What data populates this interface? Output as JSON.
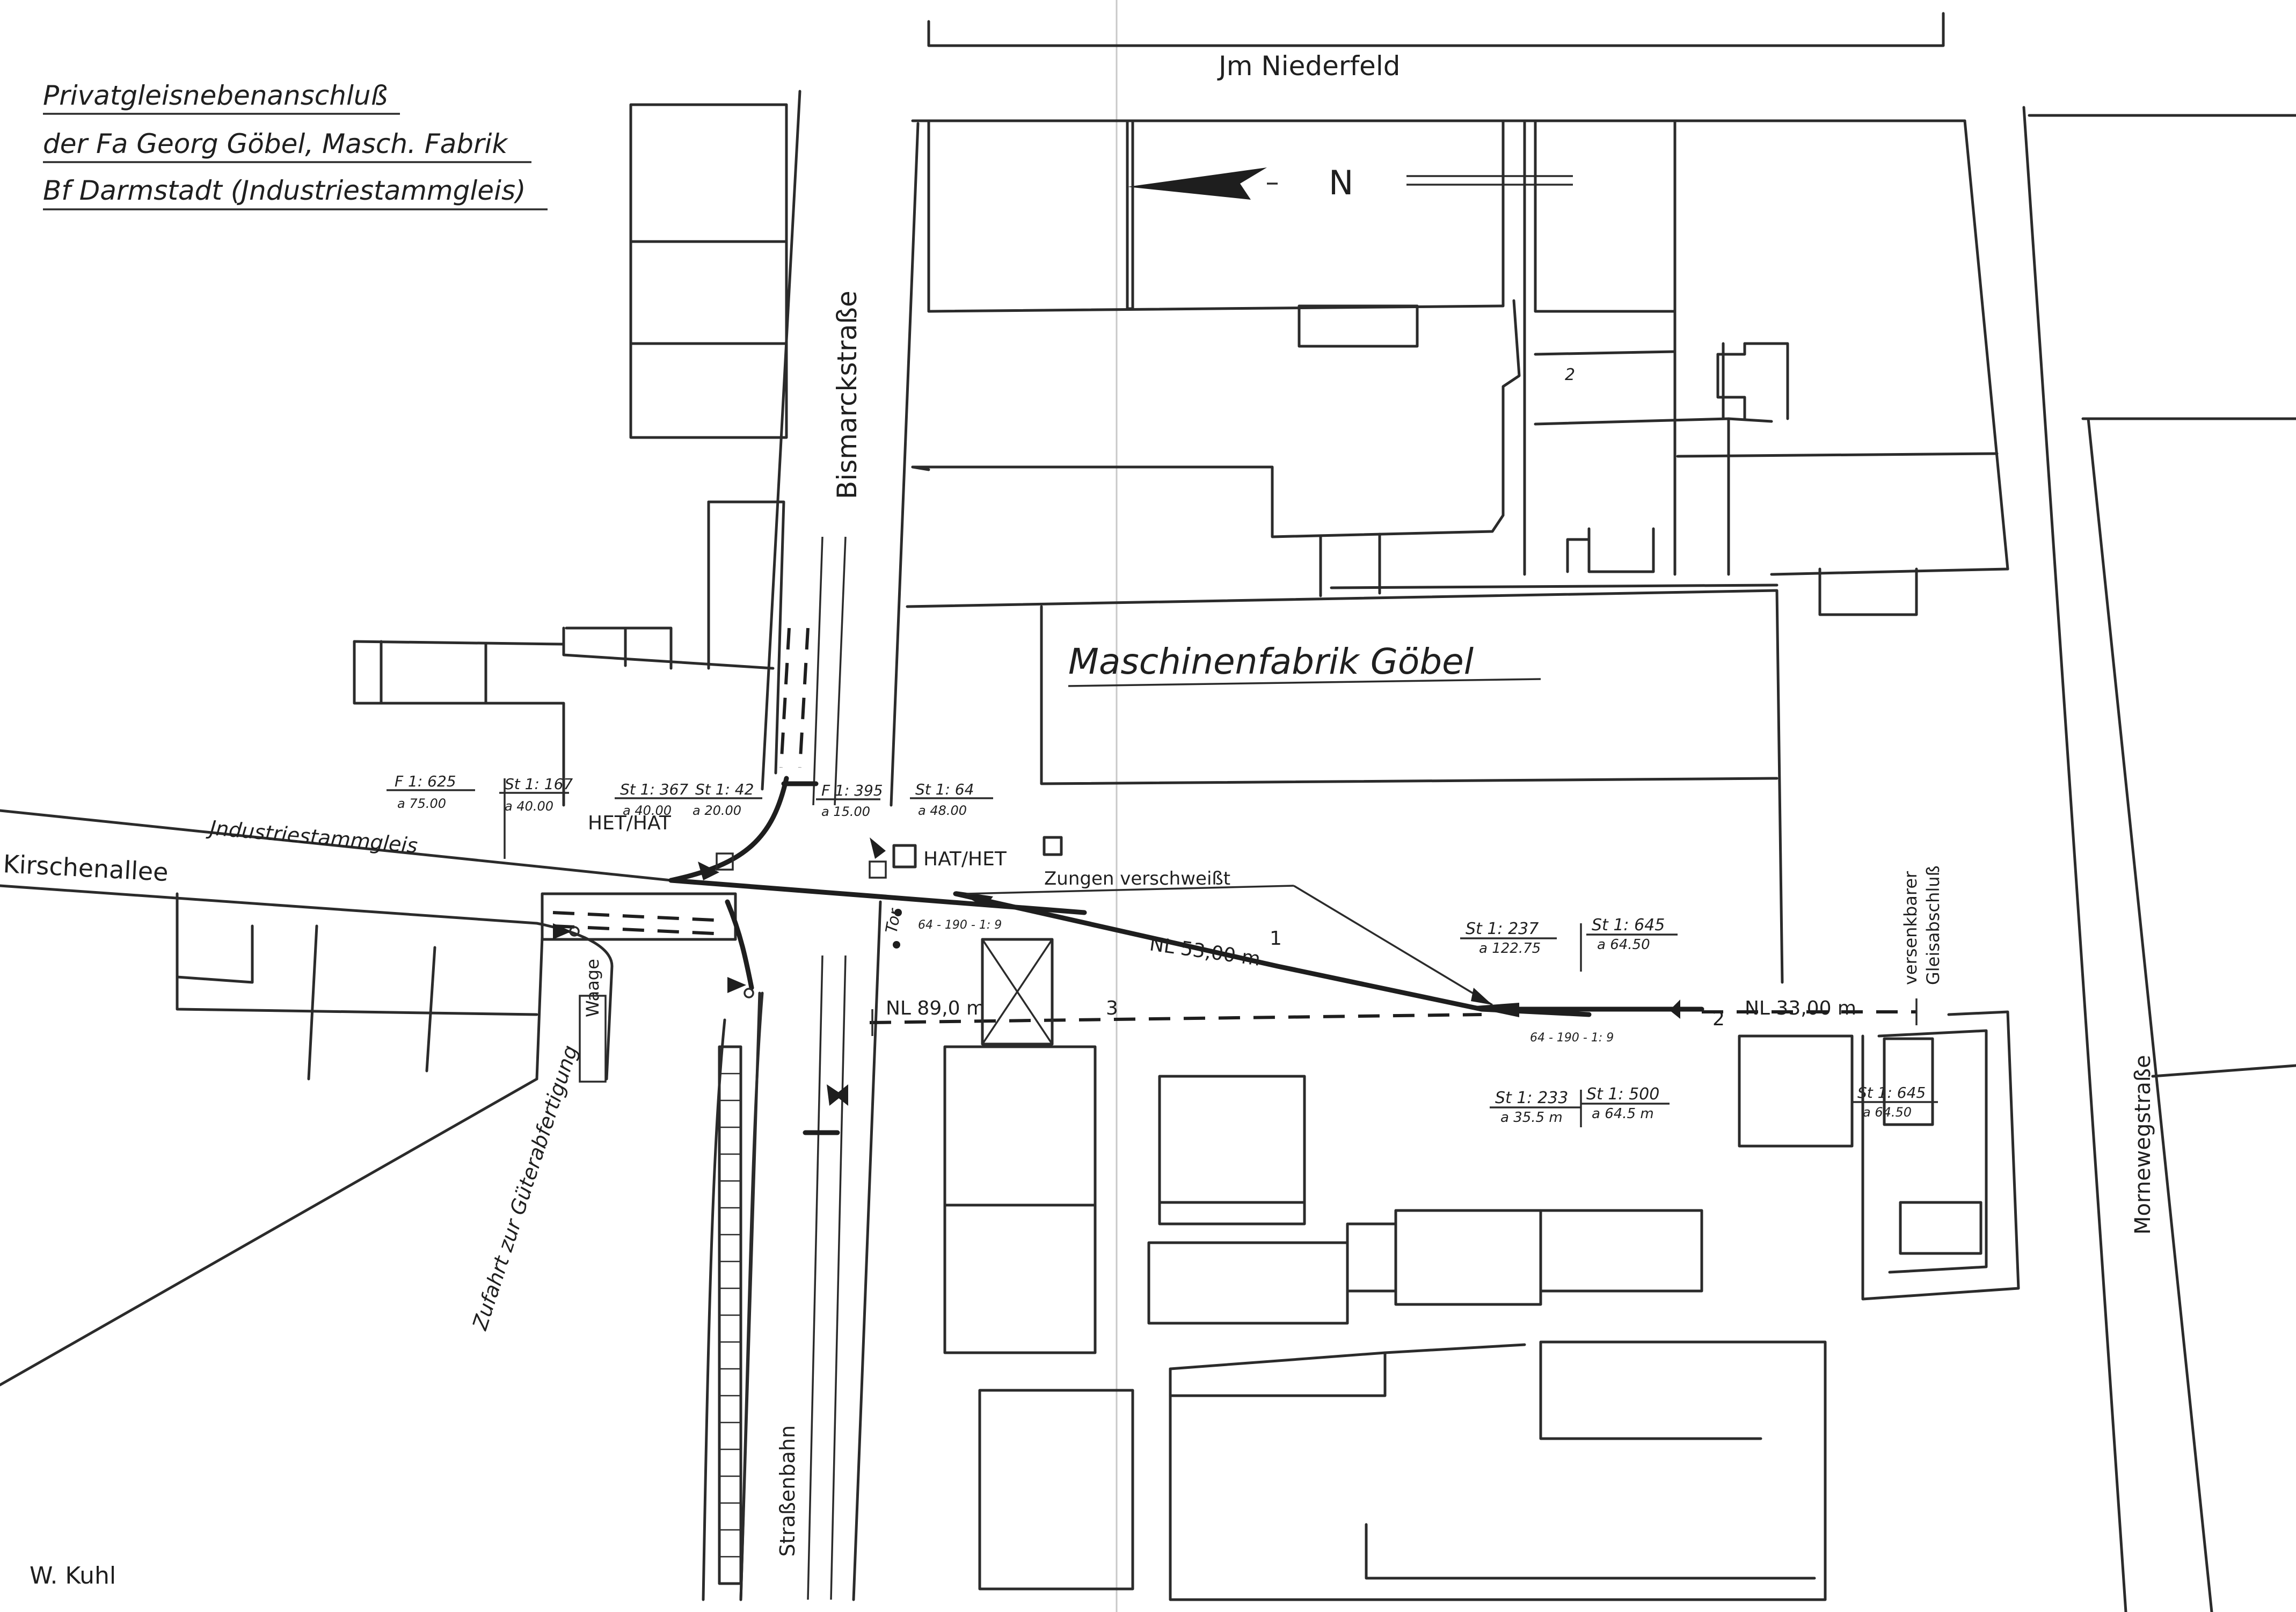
{
  "title": {
    "line1": "Privatgleisnebenanschluß",
    "line2": "der Fa Georg Göbel, Masch. Fabrik",
    "line3": "Bf Darmstadt (Jndustriestammgleis)"
  },
  "streets": {
    "im_niederfeld": "Jm Niederfeld",
    "bismarckstrasse": "Bismarckstraße",
    "kirschenallee": "Kirschenallee",
    "industriestammgleis": "Jndustriestammgleis",
    "strassenbahn": "Straßenbahn",
    "mornewegstrasse": "Mornewegstraße",
    "zufahrt": "Zufahrt zur Güterabfertigung"
  },
  "north_arrow": {
    "label": "N"
  },
  "factory": {
    "label": "Maschinenfabrik  Göbel"
  },
  "labels": {
    "waage": "Waage",
    "het_hat": "HET/HAT",
    "hat_het": "HAT/HET",
    "zungen": "Zungen verschweißt",
    "tor": "Tor",
    "versenkbarer": "versenkbarer",
    "gleisabschluss": "Gleisabschluß",
    "building_no": "2",
    "author": "W. Kuhl"
  },
  "track_lengths": {
    "nl1": "NL 53,00 m",
    "nl3": "NL 89,0 m",
    "nl2": "NL 33,00 m",
    "num1": "1",
    "num2": "2",
    "num3": "3"
  },
  "switches": [
    {
      "label": "F 1: 625",
      "sub": "a 75.00"
    },
    {
      "label": "St 1: 167",
      "sub": "a 40.00"
    },
    {
      "label": "St 1: 367",
      "sub": "a 40.00"
    },
    {
      "label": "St 1: 42",
      "sub": "a 20.00"
    },
    {
      "label": "F 1: 395",
      "sub": "a 15.00"
    },
    {
      "label": "St 1: 64",
      "sub": "a 48.00"
    },
    {
      "label": "St 1: 237",
      "sub": "a 122.75"
    },
    {
      "label": "St 1: 645",
      "sub": "a 64.50"
    },
    {
      "label": "St 1: 233",
      "sub": "a 35.5 m"
    },
    {
      "label": "St 1: 500",
      "sub": "a 64.5 m"
    },
    {
      "label": "St 1: 645",
      "sub": "a 64.50"
    }
  ],
  "turnouts": {
    "t1": "64 - 190 - 1: 9",
    "t2": "64 - 190 - 1: 9"
  }
}
